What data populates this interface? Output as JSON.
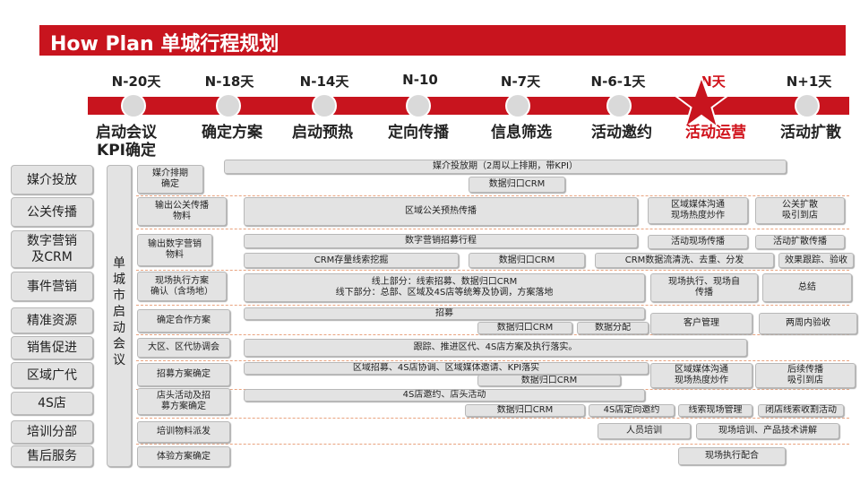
{
  "title": "How Plan 单城行程规划",
  "phases": [
    {
      "label": "N-20天",
      "stage": "启动会议\nKPI确定"
    },
    {
      "label": "N-18天",
      "stage": "确定方案"
    },
    {
      "label": "N-14天",
      "stage": "启动预热"
    },
    {
      "label": "N-10",
      "stage": "定向传播"
    },
    {
      "label": "N-7天",
      "stage": "信息筛选"
    },
    {
      "label": "N-6-1天",
      "stage": "活动邀约"
    },
    {
      "label": "N天",
      "stage": "活动运营",
      "active": true
    },
    {
      "label": "N+1天",
      "stage": "活动扩散"
    }
  ],
  "kickoff": "单城市启动会议",
  "categories": [
    "媒介投放",
    "公关传播",
    "数字营销及CRM",
    "事件营销",
    "精准资源",
    "销售促进",
    "区域广代",
    "4S店",
    "培训分部",
    "售后服务"
  ],
  "category_display": [
    "媒介投放",
    "公关传播",
    "数字营销\n及CRM",
    "事件营销",
    "精准资源",
    "销售促进",
    "区域广代",
    "4S店",
    "培训分部",
    "售后服务"
  ],
  "first_step": [
    "媒介排期\n确定",
    "输出公关传播\n物料",
    "输出数字营销\n物料",
    "现场执行方案\n确认（含场地）",
    "确定合作方案",
    "大区、区代协调会",
    "招募方案确定",
    "店头活动及招\n募方案确定",
    "培训物料派发",
    "体验方案确定"
  ],
  "tasks": {
    "media_period": "媒介投放期（2周以上排期，带KPI）",
    "data_crm": "数据归口CRM",
    "regional_pr": "区域公关预热传播",
    "regional_media": "区域媒体沟通\n现场热度炒作",
    "pr_expand": "公关扩散\n吸引到店",
    "digital_recruit": "数字营销招募行程",
    "onsite_spread": "活动现场传播",
    "expand_spread": "活动扩散传播",
    "crm_mining": "CRM存量线索挖掘",
    "crm_cleaning": "CRM数据流清洗、去重、分发",
    "effect_tracking": "效果跟踪、验收",
    "event_plan": "线上部分：线索招募、数据归口CRM\n线下部分：总部、区域及4S店等统筹及协调，方案落地",
    "onsite_exec": "现场执行、现场自\n传播",
    "summary": "总结",
    "recruit": "招募",
    "data_allot": "数据分配",
    "customer_mgmt": "客户管理",
    "two_week_check": "两周内验收",
    "follow_up": "跟踪、推进区代、4S店方案及执行落实。",
    "regional_recruit": "区域招募、4S店协调、区域媒体邀请、KPI落实",
    "follow_spread": "后续传播\n吸引到店",
    "store_invite": "4S店邀约、店头活动",
    "store_target_invite": "4S店定向邀约",
    "lead_mgmt": "线索现场管理",
    "closed_loop": "闭店线索收割活动",
    "staff_training": "人员培训",
    "product_training": "现场培训、产品技术讲解",
    "onsite_coop": "现场执行配合"
  },
  "colors": {
    "brand_red": "#c8141e",
    "box_gray": "#e3e3e3",
    "dash_orange": "#e9a37f",
    "active_text": "#d0121b"
  }
}
